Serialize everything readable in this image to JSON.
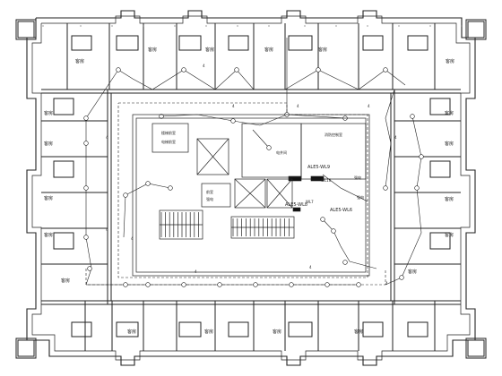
{
  "room_labels": {
    "guest_room": "客房",
    "electrical_room": "电井间",
    "equipment_room": "消防控制室",
    "stair_lobby": "楼梯前室",
    "elevator_lobby": "电梯前室",
    "corridor_room": "前室",
    "small_room": "强电"
  },
  "panel_labels": {
    "panel_a": "ALE5-WL9",
    "panel_b": "ALE5-WL8",
    "panel_c": "ALE5-WL6",
    "tag_a": "WL10",
    "tag_b": "WL7"
  },
  "circuit_number": "4",
  "colors": {
    "line": "#222222",
    "panel_fill": "#111111"
  }
}
